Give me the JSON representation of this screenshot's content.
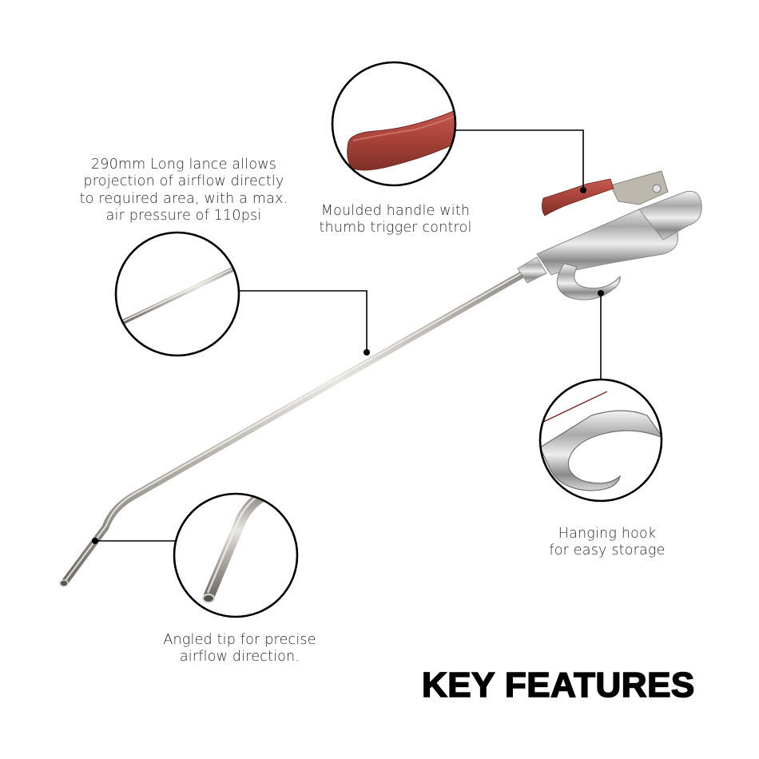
{
  "title": "KEY FEATURES",
  "callouts": {
    "lance": {
      "text": "290mm Long lance allows\nprojection of airflow directly\nto required area, with a max.\nair pressure of 110psi"
    },
    "handle": {
      "text": "Moulded handle with\nthumb trigger control"
    },
    "hook": {
      "text": "Hanging hook\nfor easy storage"
    },
    "tip": {
      "text": "Angled tip for precise\nairflow direction."
    }
  },
  "specs": {
    "lance_length": "290mm",
    "max_air_pressure": "110psi"
  },
  "colors": {
    "background": "#ffffff",
    "text": "#2a2a2a",
    "lines": "#000000",
    "handle_red": "#a8433a",
    "chrome": "#c9c9c9"
  }
}
